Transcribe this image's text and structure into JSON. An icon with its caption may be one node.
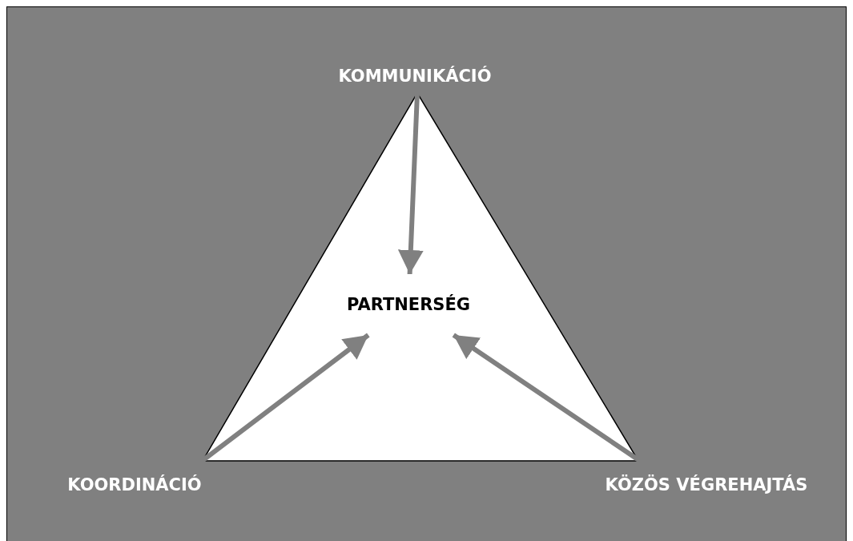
{
  "diagram": {
    "nodes": [
      {
        "text": [
          "KOMMUNIKÁCIÓ"
        ]
      },
      {
        "text": [
          "PARTNERSÉG"
        ]
      },
      {
        "text": [
          "KOORDINÁCIÓ"
        ]
      },
      {
        "text": [
          "KÖZÖS VÉGREHAJTÁS"
        ]
      }
    ],
    "edges": [
      {
        "from": 0,
        "to": 1,
        "arrow": "to"
      },
      {
        "from": 2,
        "to": 1,
        "arrow": "to"
      },
      {
        "from": 3,
        "to": 1,
        "arrow": "to"
      }
    ]
  }
}
